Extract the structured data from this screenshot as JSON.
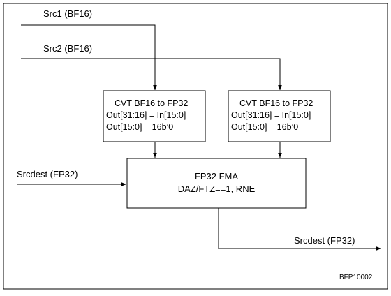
{
  "inputs": {
    "src1": "Src1 (BF16)",
    "src2": "Src2 (BF16)",
    "srcdest_in": "Srcdest (FP32)"
  },
  "cvt_left": {
    "line1": "CVT BF16 to FP32",
    "line2": "Out[31:16] = In[15:0]",
    "line3": "Out[15:0] = 16b’0"
  },
  "cvt_right": {
    "line1": "CVT BF16 to FP32",
    "line2": "Out[31:16] = In[15:0]",
    "line3": "Out[15:0] = 16b’0"
  },
  "fma": {
    "line1": "FP32 FMA",
    "line2": "DAZ/FTZ==1, RNE"
  },
  "output": {
    "label": "Srcdest (FP32)"
  },
  "figure_id": "BFP10002"
}
